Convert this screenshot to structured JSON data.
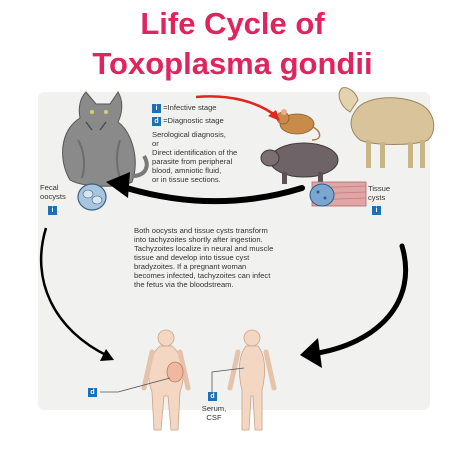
{
  "title": {
    "line1": "Life Cycle of",
    "line2": "Toxoplasma gondii"
  },
  "legend": {
    "infective_badge": "i",
    "infective_label": "=Infective stage",
    "diagnostic_badge": "d",
    "diagnostic_label": "=Diagnostic stage"
  },
  "diagnosis_note": {
    "line1": "Serological diagnosis,",
    "line2": "or",
    "line3": "Direct identification of the",
    "line4": "parasite from peripheral",
    "line5": "blood, amniotic fluid,",
    "line6": "or in tissue sections."
  },
  "fecal_oocysts": {
    "line1": "Fecal",
    "line2": "oocysts",
    "badge": "i"
  },
  "tissue_cysts": {
    "line1": "Tissue",
    "line2": "cysts",
    "badge": "i"
  },
  "description": {
    "line1": "Both oocysts and tissue cysts transform",
    "line2": "into tachyzoites shortly after ingestion.",
    "line3": "Tachyzoites localize in neural and muscle",
    "line4": "tissue and develop into tissue cyst",
    "line5": "bradyzoites. If a pregnant woman",
    "line6": "becomes infected, tachyzoites can infect",
    "line7": "the fetus via the bloodstream."
  },
  "fetus_badge": "d",
  "serum": {
    "badge": "d",
    "line1": "Serum,",
    "line2": "CSF"
  },
  "colors": {
    "title": "#e0245e",
    "badge": "#1d6fb8",
    "red_arrow": "#e0261e",
    "black_arrow": "#000000",
    "panel": "#f1f1ef"
  }
}
